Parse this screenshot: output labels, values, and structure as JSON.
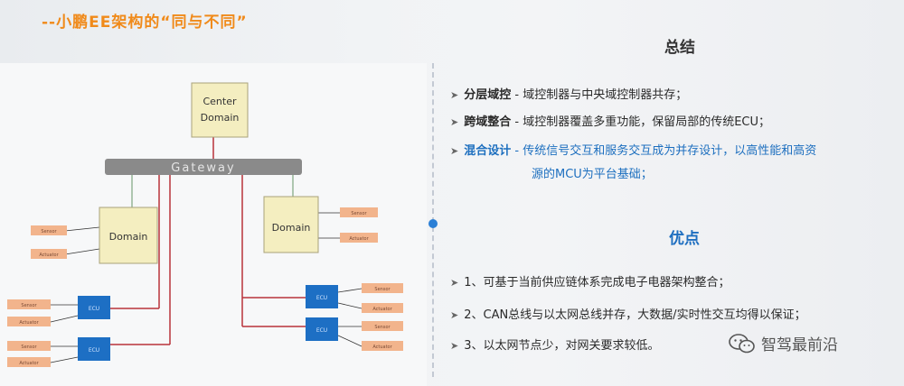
{
  "slide": {
    "title": "--小鹏EE架构的“同与不同”"
  },
  "diagram": {
    "center_domain": [
      "Center",
      "Domain"
    ],
    "gateway": "Gateway",
    "left_domain": "Domain",
    "right_domain": "Domain",
    "sensor_label": "Sensor",
    "actuator_label": "Actuator",
    "ecu_label": "ECU",
    "colors": {
      "domain_fill": "#f4eec0",
      "domain_stroke": "#a9a27a",
      "gateway_fill": "#8a8a8a",
      "ecu_fill": "#1d6fc4",
      "peripheral_fill": "#f2b48c",
      "red_line": "#b8323a",
      "green_line": "#7fa67f"
    }
  },
  "summary": {
    "title": "总结",
    "items": [
      {
        "lead": "分层域控",
        "text": " - 域控制器与中央域控制器共存；"
      },
      {
        "lead": "跨域整合",
        "text": " - 域控制器覆盖多重功能，保留局部的传统ECU；"
      },
      {
        "lead": "混合设计",
        "text": " - 传统信号交互和服务交互成为并存设计，以高性能和高资",
        "cont": "源的MCU为平台基础；"
      }
    ]
  },
  "advantages": {
    "title": "优点",
    "items": [
      {
        "text": "1、可基于当前供应链体系完成电子电器架构整合；"
      },
      {
        "text": "2、CAN总线与以太网总线并存，大数据/实时性交互均得以保证；"
      },
      {
        "text": "3、以太网节点少，对网关要求较低。"
      }
    ]
  },
  "watermark": {
    "icon": "wechat-icon",
    "text": "智驾最前沿"
  }
}
